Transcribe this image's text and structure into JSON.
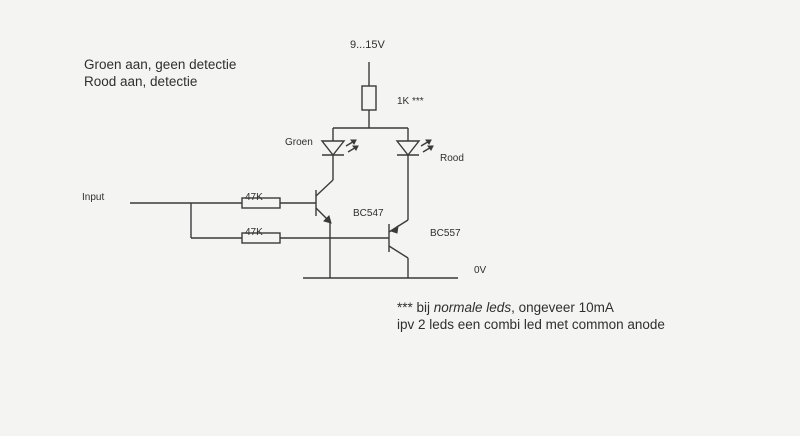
{
  "notes": {
    "line1": "Groen aan, geen detectie",
    "line2": "Rood aan, detectie"
  },
  "labels": {
    "supply": "9...15V",
    "resistor_top": "1K ***",
    "led_green": "Groen",
    "led_red": "Rood",
    "input": "Input",
    "resistor_upper": "47K",
    "resistor_lower": "47K",
    "transistor_npn": "BC547",
    "transistor_pnp": "BC557",
    "ground": "0V"
  },
  "footnote": {
    "prefix": "*** bij ",
    "italic": "normale leds",
    "suffix": ", ongeveer 10mA",
    "line2": "ipv 2 leds een combi led met common anode"
  },
  "colors": {
    "ink": "#3a3a3a",
    "paper": "#f4f4f2"
  }
}
